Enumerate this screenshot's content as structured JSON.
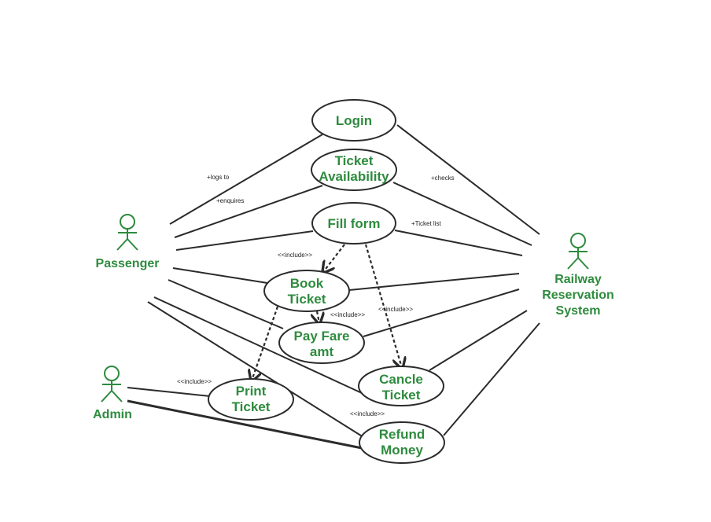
{
  "colors": {
    "accent": "#2e8b3e",
    "line": "#2b2b2b"
  },
  "actors": {
    "passenger": "Passenger",
    "admin": "Admin",
    "system": [
      "Railway",
      "Reservation",
      "System"
    ]
  },
  "use_cases": {
    "login": [
      "Login"
    ],
    "ticket_availability": [
      "Ticket",
      "Availability"
    ],
    "fill_form": [
      "Fill form"
    ],
    "book_ticket": [
      "Book",
      "Ticket"
    ],
    "pay_fare": [
      "Pay Fare",
      "amt"
    ],
    "cancel_ticket": [
      "Cancle",
      "Ticket"
    ],
    "print_ticket": [
      "Print",
      "Ticket"
    ],
    "refund_money": [
      "Refund",
      "Money"
    ]
  },
  "labels": {
    "logs_to": "+logs to",
    "enquires": "+enquires",
    "checks": "+checks",
    "ticket_list": "+Ticket list",
    "include_book": "<<include>>",
    "include_pay": "<<include>>",
    "include_cancel": "<<include>>",
    "include_print": "<<include>>",
    "include_refund": "<<include>>"
  }
}
